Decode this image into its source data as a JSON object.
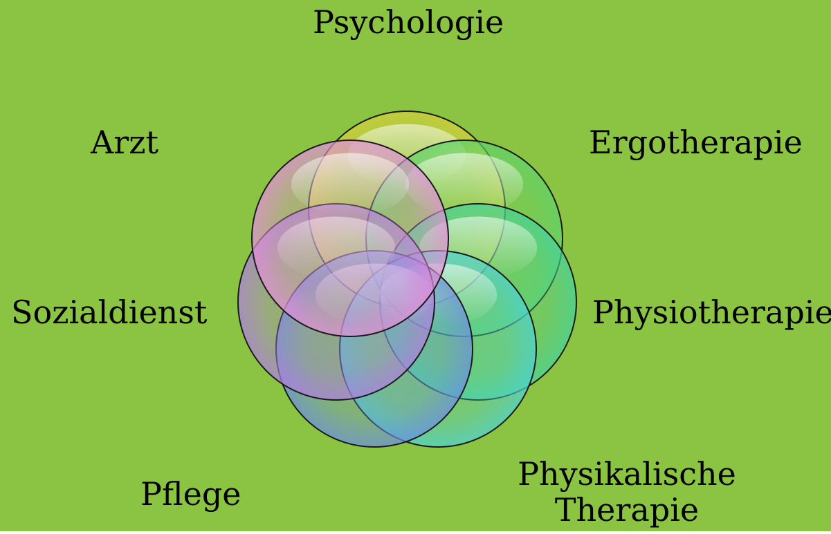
{
  "background_color": "#8bc443",
  "circles": [
    {
      "name": "Psychologie",
      "color": "#d6cf3a"
    },
    {
      "name": "Ergotherapie",
      "color": "#5fd36a"
    },
    {
      "name": "Physiotherapie",
      "color": "#45d39a"
    },
    {
      "name": "Physikalische Therapie",
      "color": "#4fd2d2"
    },
    {
      "name": "Pflege",
      "color": "#6b8fe0"
    },
    {
      "name": "Sozialdienst",
      "color": "#b07fe0"
    },
    {
      "name": "Arzt",
      "color": "#e38fd9"
    }
  ],
  "labels": {
    "psychologie": "Psychologie",
    "arzt": "Arzt",
    "ergotherapie": "Ergotherapie",
    "sozialdienst": "Sozialdienst",
    "physiotherapie": "Physiotherapie",
    "pflege": "Pflege",
    "physikalische_line1": "Physikalische",
    "physikalische_line2": "Therapie"
  }
}
